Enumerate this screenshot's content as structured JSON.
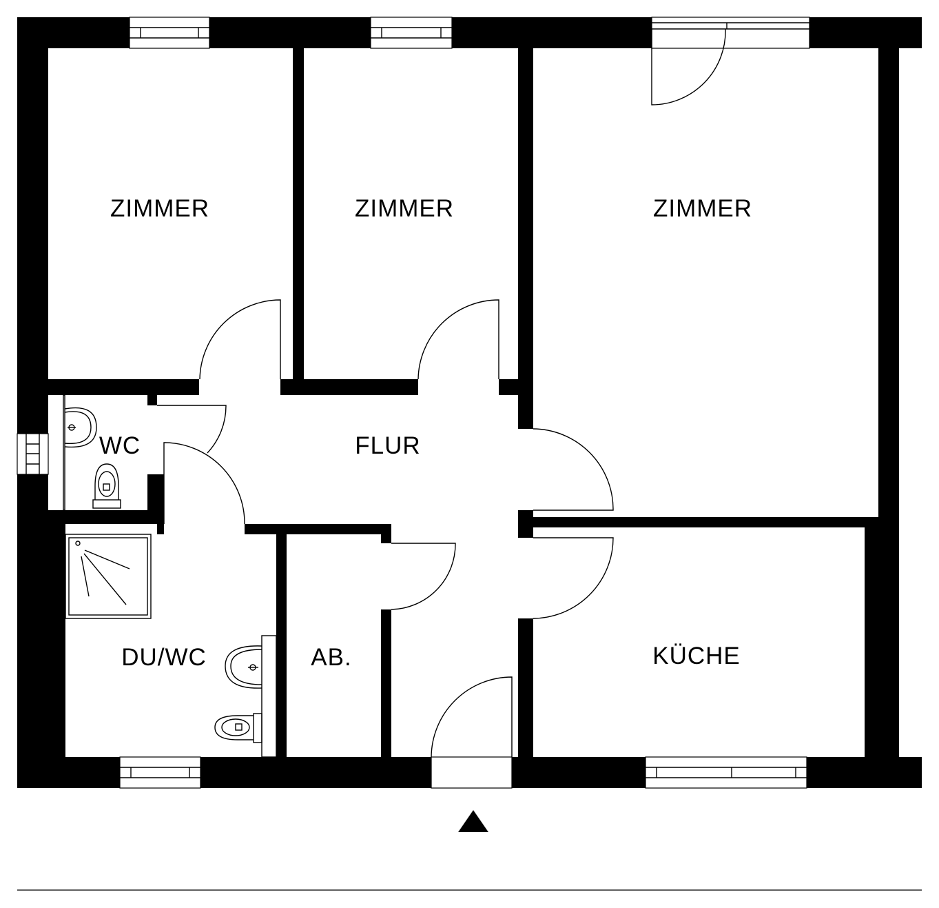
{
  "rooms": {
    "zimmer_left": "ZIMMER",
    "zimmer_middle": "ZIMMER",
    "zimmer_right": "ZIMMER",
    "wc": "WC",
    "flur": "FLUR",
    "du_wc": "DU/WC",
    "ab": "AB.",
    "kueche": "KÜCHE"
  },
  "icons": {
    "entrance": "entrance-arrow-icon",
    "toilet": "toilet-icon",
    "sink": "sink-icon",
    "shower": "shower-tray-icon"
  },
  "colors": {
    "wall": "#000000",
    "background": "#ffffff"
  }
}
